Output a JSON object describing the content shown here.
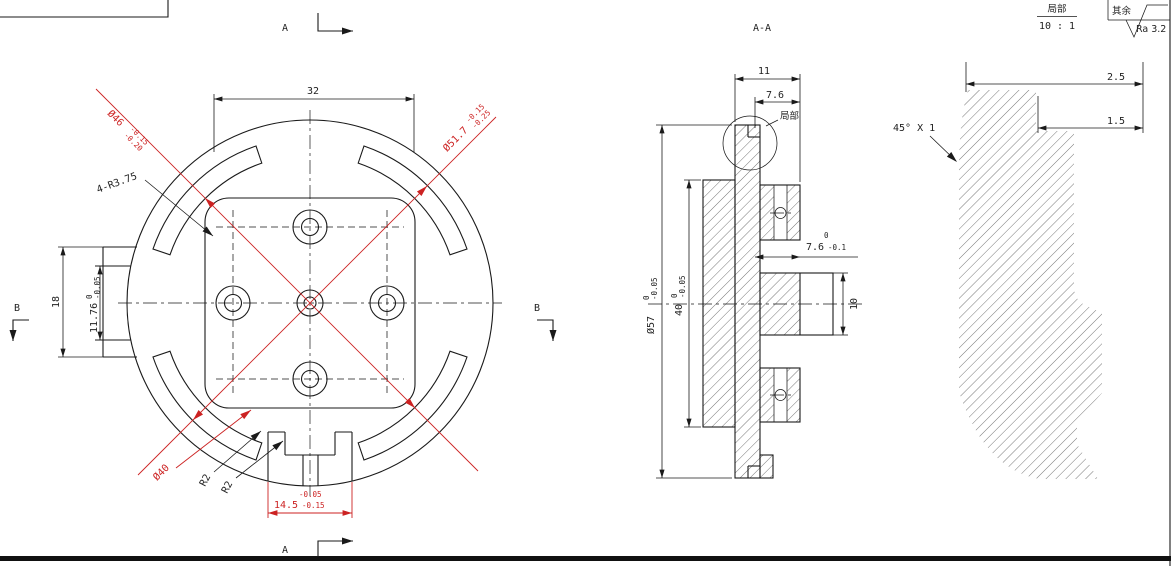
{
  "colors": {
    "dimension_accent": "#cc2222",
    "line": "#1a1a1a",
    "background": "#ffffff"
  },
  "view_labels": {
    "section_title": "A-A",
    "detail_name": "局部",
    "detail_scale": "10 : 1",
    "detail_callout": "局部",
    "others_label": "其余",
    "surface_roughness": "Ra 3.2"
  },
  "section_markers": {
    "a_top": "A",
    "a_bottom": "A",
    "b_left": "B",
    "b_right": "B"
  },
  "front_view": {
    "width_dim": "32",
    "corner_radius_dim": "4-R3.75",
    "tab_height_dim": "18",
    "tab_width_dim": "11.76",
    "tab_width_tol_upper": "0",
    "tab_width_tol_lower": "-0.05",
    "dia46_dim": "Ø46",
    "dia46_tol_upper": "-0.15",
    "dia46_tol_lower": "-0.20",
    "dia517_dim": "Ø51.7",
    "dia517_tol_upper": "-0.15",
    "dia517_tol_lower": "-0.25",
    "dia40_dim": "Ø40",
    "fillet_r2_a": "R2",
    "fillet_r2_b": "R2",
    "slot_width_dim": "14.5",
    "slot_width_tol_upper": "-0.05",
    "slot_width_tol_lower": "-0.15"
  },
  "section_view": {
    "total_width_dim": "11",
    "lip_width_dim": "7.6",
    "dia57_dim": "Ø57",
    "dia57_tol_upper": "0",
    "dia57_tol_lower": "-0.05",
    "boss_dim": "40",
    "boss_tol_upper": "0",
    "boss_tol_lower": "-0.05",
    "depth_dim": "7.6",
    "depth_tol_upper": "0",
    "depth_tol_lower": "-0.1",
    "shaft_dim": "10"
  },
  "detail_view": {
    "lip_total_dim": "2.5",
    "lip_inner_dim": "1.5",
    "chamfer_note": "45° X 1"
  }
}
